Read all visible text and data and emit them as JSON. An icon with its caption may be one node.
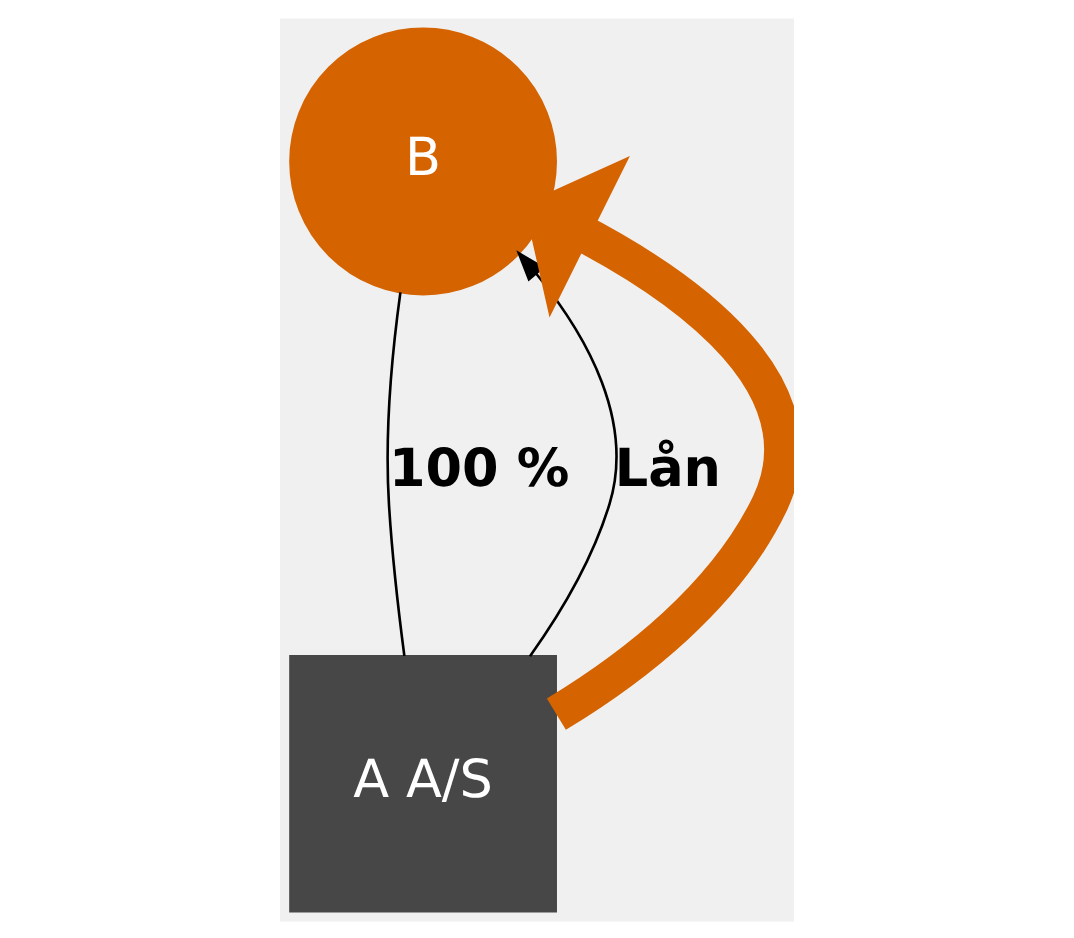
{
  "diagram": {
    "nodes": [
      {
        "text": [
          "B"
        ]
      },
      {
        "text": [
          "A A/S"
        ]
      }
    ],
    "edges": [
      {
        "from": 0,
        "to": 1,
        "arrow": "none",
        "label": "100 %"
      },
      {
        "from": 1,
        "to": 0,
        "arrow": "to",
        "label": "Lån"
      },
      {
        "from": 1,
        "to": 0,
        "arrow": "to",
        "style": "thick",
        "color": "#d46300"
      }
    ]
  }
}
